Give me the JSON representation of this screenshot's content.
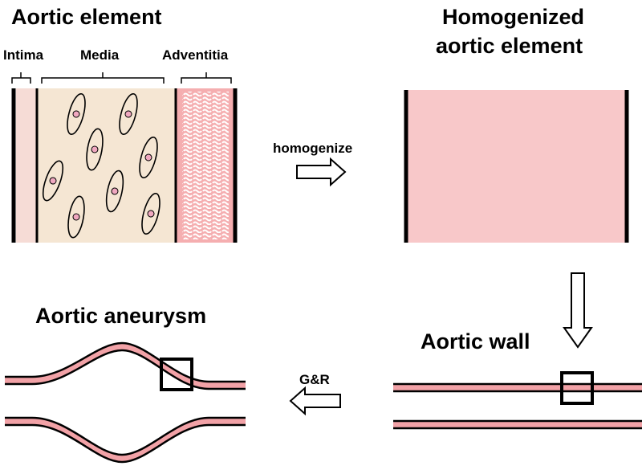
{
  "titles": {
    "aortic_element": "Aortic element",
    "homogenized_line1": "Homogenized",
    "homogenized_line2": "aortic element",
    "aortic_aneurysm": "Aortic aneurysm",
    "aortic_wall": "Aortic wall"
  },
  "layers": {
    "intima": "Intima",
    "media": "Media",
    "adventitia": "Adventitia"
  },
  "arrows": {
    "homogenize": "homogenize",
    "gr": "G&R"
  },
  "colors": {
    "intima": "#f6dcd6",
    "media": "#f5e6d3",
    "adventitia": "#f5aeb0",
    "homogenized": "#f8c8c9",
    "vessel_wall": "#f2a2a7",
    "cell_nucleus": "#f0a8c0",
    "outline": "#000000"
  },
  "icons": {
    "homogenize_arrow": "arrow-right-outline",
    "down_arrow": "arrow-down-outline",
    "gr_arrow": "arrow-left-outline"
  }
}
